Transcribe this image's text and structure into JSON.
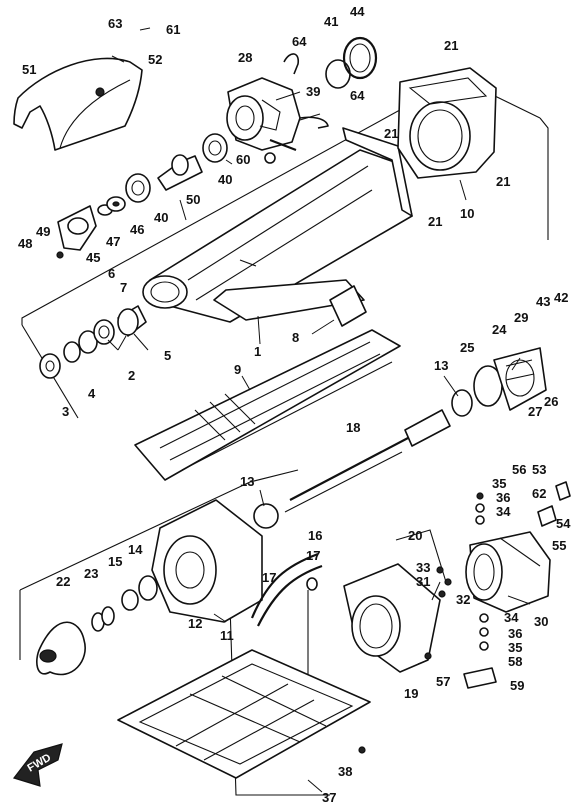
{
  "callouts": [
    {
      "id": "1"
    },
    {
      "id": "2"
    },
    {
      "id": "3"
    },
    {
      "id": "4"
    },
    {
      "id": "5"
    },
    {
      "id": "6"
    },
    {
      "id": "7"
    },
    {
      "id": "8"
    },
    {
      "id": "9"
    },
    {
      "id": "10"
    },
    {
      "id": "11"
    },
    {
      "id": "12"
    },
    {
      "id": "13a",
      "label": "13"
    },
    {
      "id": "13b",
      "label": "13"
    },
    {
      "id": "14"
    },
    {
      "id": "15"
    },
    {
      "id": "16"
    },
    {
      "id": "17a",
      "label": "17"
    },
    {
      "id": "17b",
      "label": "17"
    },
    {
      "id": "18"
    },
    {
      "id": "19"
    },
    {
      "id": "20"
    },
    {
      "id": "21a",
      "label": "21"
    },
    {
      "id": "21b",
      "label": "21"
    },
    {
      "id": "21c",
      "label": "21"
    },
    {
      "id": "21d",
      "label": "21"
    },
    {
      "id": "22"
    },
    {
      "id": "23"
    },
    {
      "id": "24"
    },
    {
      "id": "25"
    },
    {
      "id": "26"
    },
    {
      "id": "27"
    },
    {
      "id": "28"
    },
    {
      "id": "29"
    },
    {
      "id": "30"
    },
    {
      "id": "31"
    },
    {
      "id": "32"
    },
    {
      "id": "33"
    },
    {
      "id": "34a",
      "label": "34"
    },
    {
      "id": "34b",
      "label": "34"
    },
    {
      "id": "35a",
      "label": "35"
    },
    {
      "id": "35b",
      "label": "35"
    },
    {
      "id": "36a",
      "label": "36"
    },
    {
      "id": "36b",
      "label": "36"
    },
    {
      "id": "37"
    },
    {
      "id": "38"
    },
    {
      "id": "39"
    },
    {
      "id": "40a",
      "label": "40"
    },
    {
      "id": "40b",
      "label": "40"
    },
    {
      "id": "41"
    },
    {
      "id": "42"
    },
    {
      "id": "43"
    },
    {
      "id": "44"
    },
    {
      "id": "45"
    },
    {
      "id": "46"
    },
    {
      "id": "47"
    },
    {
      "id": "48"
    },
    {
      "id": "49"
    },
    {
      "id": "50"
    },
    {
      "id": "51"
    },
    {
      "id": "52"
    },
    {
      "id": "53"
    },
    {
      "id": "54"
    },
    {
      "id": "55"
    },
    {
      "id": "56"
    },
    {
      "id": "57"
    },
    {
      "id": "58"
    },
    {
      "id": "59"
    },
    {
      "id": "60"
    },
    {
      "id": "61"
    },
    {
      "id": "62"
    },
    {
      "id": "63"
    },
    {
      "id": "64a",
      "label": "64"
    },
    {
      "id": "64b",
      "label": "64"
    }
  ],
  "fwd_label": "FWD"
}
